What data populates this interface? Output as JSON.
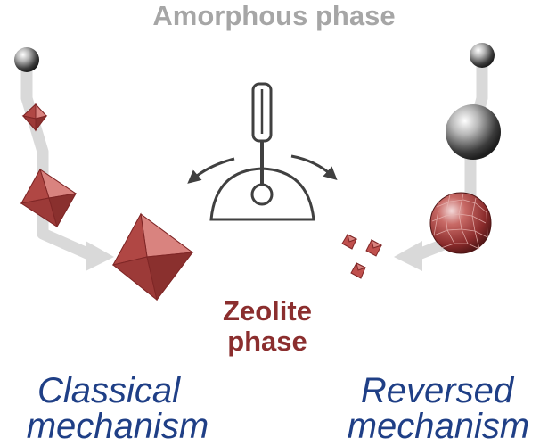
{
  "title": "Amorphous phase",
  "center_label": {
    "line1": "Zeolite",
    "line2": "phase"
  },
  "left_label": {
    "line1": "Classical",
    "line2": "mechanism"
  },
  "right_label": {
    "line1": "Reversed",
    "line2": "mechanism"
  },
  "colors": {
    "title": "#a6a6a6",
    "zeolite": "#8b2e2e",
    "mechanism_text": "#1f3f86",
    "path_arrow": "#d9d9d9",
    "crystal_fill": "#c0504d",
    "crystal_edge": "#7f2626",
    "lever": "#404040"
  },
  "icons": [
    "sphere-icon",
    "octahedron-crystal-icon",
    "faceted-sphere-icon",
    "lever-icon",
    "curved-arrow-icon"
  ]
}
